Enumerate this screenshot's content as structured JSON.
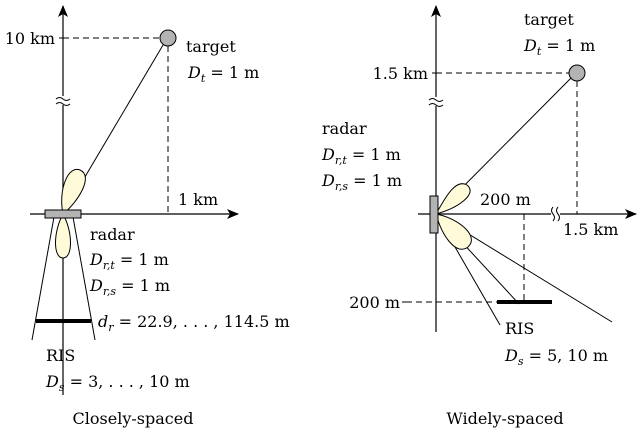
{
  "left": {
    "caption": "Closely-spaced",
    "y_tick": "10 km",
    "x_tick": "1 km",
    "target_label": "target",
    "target_d_sym": "D",
    "target_d_sub": "t",
    "target_d_val": " = 1 m",
    "radar_label": "radar",
    "radar_drt_sym": "D",
    "radar_drt_sub": "r,t",
    "radar_drt_val": " = 1 m",
    "radar_drs_sym": "D",
    "radar_drs_sub": "r,s",
    "radar_drs_val": " = 1 m",
    "dr_sym": "d",
    "dr_sub": "r",
    "dr_val": " = 22.9, . . . , 114.5 m",
    "ris_label": "RIS",
    "ds_sym": "D",
    "ds_sub": "s",
    "ds_val": " = 3, . . . , 10 m"
  },
  "right": {
    "caption": "Widely-spaced",
    "y_tick_top": "1.5 km",
    "y_tick_bottom": "200 m",
    "x_tick_near": "200 m",
    "x_tick_far": "1.5 km",
    "target_label": "target",
    "target_d_sym": "D",
    "target_d_sub": "t",
    "target_d_val": " = 1 m",
    "radar_label": "radar",
    "radar_drt_sym": "D",
    "radar_drt_sub": "r,t",
    "radar_drt_val": " = 1 m",
    "radar_drs_sym": "D",
    "radar_drs_sub": "r,s",
    "radar_drs_val": " = 1 m",
    "ris_label": "RIS",
    "ds_sym": "D",
    "ds_sub": "s",
    "ds_val": " = 5, 10 m"
  },
  "colors": {
    "beam_fill": "#fffbd9",
    "target_fill": "#b3b3b3",
    "radar_fill": "#b3b3b3",
    "line": "#000000"
  }
}
